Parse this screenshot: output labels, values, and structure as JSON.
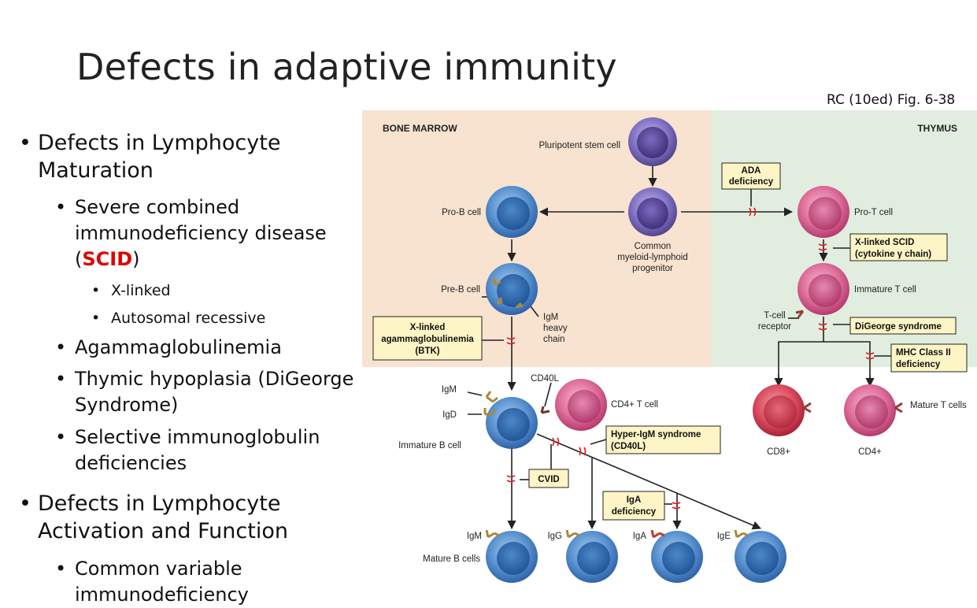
{
  "slide": {
    "title": "Defects in adaptive immunity",
    "citation": "RC (10ed) Fig. 6-38"
  },
  "outline": {
    "l1_a_line1": "Defects in Lymphocyte",
    "l1_a_line2": "Maturation",
    "scid_line1": "Severe combined",
    "scid_line2": "immunodeficiency disease",
    "scid_open": "(",
    "scid_abbr": "SCID",
    "scid_close": ")",
    "xlinked": "X-linked",
    "autosomal": "Autosomal recessive",
    "agamma": "Agammaglobulinemia",
    "thymic_line1": "Thymic hypoplasia (DiGeorge",
    "thymic_line2": "Syndrome)",
    "selective_line1": "Selective immunoglobulin",
    "selective_line2": "deficiencies",
    "l1_b_line1": "Defects in Lymphocyte",
    "l1_b_line2": "Activation and Function",
    "cvid_line1": "Common variable",
    "cvid_line2": "immunodeficiency",
    "bullet_char": "•"
  },
  "figure": {
    "region_bone_marrow": "BONE MARROW",
    "region_thymus": "THYMUS",
    "colors": {
      "bone_marrow_bg": "#f8e2d0",
      "thymus_bg": "#e1eedf",
      "defect_box": "#fdf5c6",
      "break_mark": "#e0242c",
      "b_cell": "#4f86c6",
      "t_cell": "#d24f80",
      "stem_cell": "#6a5ca8",
      "cd8_cell": "#d6334e",
      "receptor": "#a98a3a"
    },
    "labels": {
      "pluripotent": "Pluripotent stem cell",
      "pro_b": "Pro-B cell",
      "common_l1": "Common",
      "common_l2": "myeloid-lymphoid",
      "common_l3": "progenitor",
      "pro_t": "Pro-T cell",
      "pre_b": "Pre-B cell",
      "igm_heavy_l1": "IgM",
      "igm_heavy_l2": "heavy",
      "igm_heavy_l3": "chain",
      "immature_t": "Immature T cell",
      "tcr_l1": "T-cell",
      "tcr_l2": "receptor",
      "igm": "IgM",
      "igd": "IgD",
      "cd40l": "CD40L",
      "cd4_tcell": "CD4+ T cell",
      "immature_b": "Immature B cell",
      "cd8": "CD8+",
      "cd4": "CD4+",
      "mature_t": "Mature T cells",
      "mature_b": "Mature B cells",
      "igm2": "IgM",
      "igg": "IgG",
      "iga": "IgA",
      "ige": "IgE"
    },
    "defects": {
      "ada_l1": "ADA",
      "ada_l2": "deficiency",
      "xscid_l1": "X-linked SCID",
      "xscid_l2": "(cytokine γ chain)",
      "xla_l1": "X-linked",
      "xla_l2": "agammaglobulinemia",
      "xla_l3": "(BTK)",
      "digeorge": "DiGeorge syndrome",
      "mhc_l1": "MHC Class II",
      "mhc_l2": "deficiency",
      "higm_l1": "Hyper-IgM syndrome",
      "higm_l2": "(CD40L)",
      "cvid": "CVID",
      "iga_l1": "IgA",
      "iga_l2": "deficiency"
    }
  }
}
